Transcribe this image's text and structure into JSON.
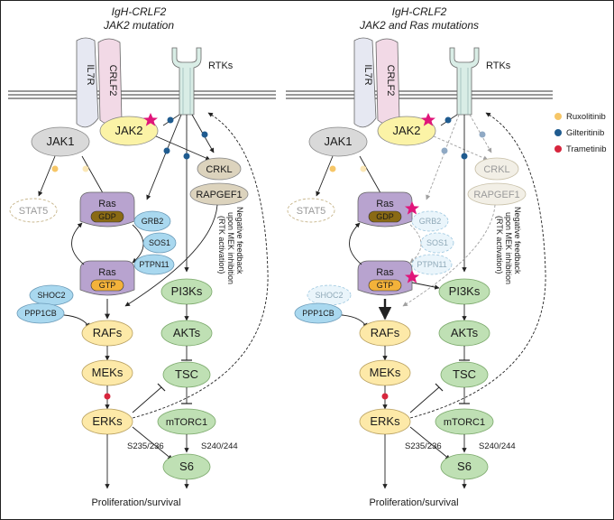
{
  "panels": [
    {
      "title_line1": "IgH-CRLF2",
      "title_line2": "JAK2 mutation",
      "nodes": {
        "il7r": "IL7R",
        "crlf2": "CRLF2",
        "rtks": "RTKs",
        "jak1": "JAK1",
        "jak2": "JAK2",
        "stat5": "STAT5",
        "crkl": "CRKL",
        "rapgef1": "RAPGEF1",
        "ras": "Ras",
        "gdp": "GDP",
        "gtp": "GTP",
        "grb2": "GRB2",
        "sos1": "SOS1",
        "ptpn11": "PTPN11",
        "shoc2": "SHOC2",
        "ppp1cb": "PPP1CB",
        "pi3ks": "PI3Ks",
        "akts": "AKTs",
        "tsc": "TSC",
        "rafs": "RAFs",
        "meks": "MEKs",
        "erks": "ERKs",
        "mtorc1": "mTORC1",
        "s6": "S6",
        "site1": "S235/236",
        "site2": "S240/244",
        "output": "Proliferation/survival"
      },
      "feedback_lines": [
        "Negative feedback",
        "upon MEK inhibition",
        "(RTK activation)"
      ]
    },
    {
      "title_line1": "IgH-CRLF2",
      "title_line2": "JAK2 and Ras mutations",
      "nodes": {
        "il7r": "IL7R",
        "crlf2": "CRLF2",
        "rtks": "RTKs",
        "jak1": "JAK1",
        "jak2": "JAK2",
        "stat5": "STAT5",
        "crkl": "CRKL",
        "rapgef1": "RAPGEF1",
        "ras": "Ras",
        "gdp": "GDP",
        "gtp": "GTP",
        "grb2": "GRB2",
        "sos1": "SOS1",
        "ptpn11": "PTPN11",
        "shoc2": "SHOC2",
        "ppp1cb": "PPP1CB",
        "pi3ks": "PI3Ks",
        "akts": "AKTs",
        "tsc": "TSC",
        "rafs": "RAFs",
        "meks": "MEKs",
        "erks": "ERKs",
        "mtorc1": "mTORC1",
        "s6": "S6",
        "site1": "S235/236",
        "site2": "S240/244",
        "output": "Proliferation/survival"
      },
      "feedback_lines": [
        "Negative feedback",
        "upon MEK inhibition",
        "(RTK activation)"
      ]
    }
  ],
  "legend": [
    {
      "label": "Ruxolitinib",
      "color": "#f6c667"
    },
    {
      "label": "Gilteritinib",
      "color": "#1f5b8f"
    },
    {
      "label": "Trametinib",
      "color": "#d7263d"
    }
  ],
  "colors": {
    "il7r": "#e6e8f2",
    "crlf2": "#f2d9e6",
    "rtks": "#d9ede6",
    "jak1": "#d9d9d9",
    "jak2": "#fbf3a6",
    "ras": "#b8a3cf",
    "gdp": "#8a6a14",
    "gtp": "#f3b23a",
    "blue": "#a9d8ef",
    "green": "#bfe0b4",
    "yellow": "#fde9a8",
    "crkl": "#dcd3bd",
    "star": "#e0157a"
  }
}
